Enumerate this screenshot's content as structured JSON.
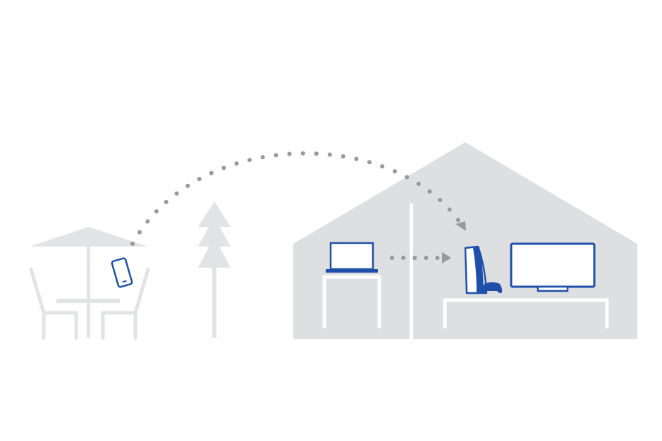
{
  "illustration": {
    "colors": {
      "background": "#ffffff",
      "scenery_gray": "#e2e3e4",
      "house_fill": "#dedfe0",
      "interior_white": "#ffffff",
      "path_dots": "#999999",
      "device_blue": "#1f4fa8"
    },
    "icons": [
      "patio-umbrella-icon",
      "patio-chair-icon",
      "patio-table-icon",
      "smartphone-icon",
      "pine-tree-icon",
      "house-icon",
      "laptop-icon",
      "desk-icon",
      "game-console-icon",
      "game-controller-icon",
      "television-icon",
      "tv-stand-icon"
    ],
    "connections": [
      {
        "from": "smartphone",
        "to": "game-console",
        "style": "dotted-arc"
      },
      {
        "from": "laptop",
        "to": "game-console",
        "style": "dotted-line"
      }
    ]
  }
}
